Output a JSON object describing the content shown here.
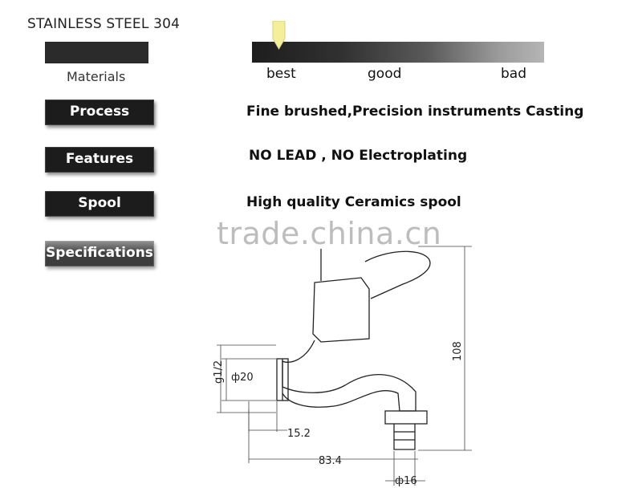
{
  "header": {
    "title": "STAINLESS STEEL 304"
  },
  "materials": {
    "label": "Materials"
  },
  "grade_scale": {
    "labels": [
      "best",
      "good",
      "bad"
    ],
    "marker_position": "best"
  },
  "rows": [
    {
      "button": "Process",
      "description": "Fine brushed,Precision instruments Casting"
    },
    {
      "button": "Features",
      "description": "NO LEAD , NO Electroplating"
    },
    {
      "button": "Spool",
      "description": "High  quality Ceramics spool"
    },
    {
      "button": "Specifications",
      "description": ""
    }
  ],
  "watermark": "trade.china.cn",
  "drawing": {
    "dimensions": {
      "height": "108",
      "thread": "g1/2",
      "inlet_diameter": "ф20",
      "inlet_length": "15.2",
      "total_length": "83.4",
      "outlet_diameter": "ф16"
    }
  },
  "colors": {
    "marker": "#f3ef9a",
    "button_bg": "#1c1c1c"
  }
}
